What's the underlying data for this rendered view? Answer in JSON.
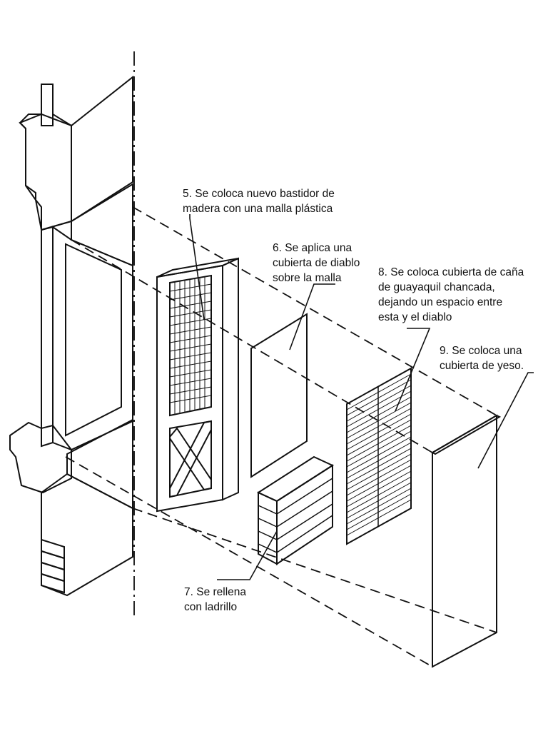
{
  "labels": [
    {
      "key": "step5",
      "lines": [
        "5. Se coloca nuevo bastidor de",
        "madera con una malla plástica"
      ]
    },
    {
      "key": "step6",
      "lines": [
        "6. Se aplica una",
        "cubierta de diablo",
        "sobre la malla"
      ]
    },
    {
      "key": "step7",
      "lines": [
        "7. Se rellena",
        "con ladrillo"
      ]
    },
    {
      "key": "step8",
      "lines": [
        "8. Se coloca cubierta de caña",
        "de guayaquil chancada,",
        "dejando un  espacio entre",
        "esta y el diablo"
      ]
    },
    {
      "key": "step9",
      "lines": [
        "9. Se coloca una",
        "cubierta de yeso."
      ]
    }
  ],
  "colors": {
    "wall": "#d9d9d9",
    "wall_dark": "#a6a6a6",
    "floor_slab": "#8080ff",
    "wood": "#b8611b",
    "brick": "#c0412a",
    "plaster": "#b4dcc7"
  }
}
